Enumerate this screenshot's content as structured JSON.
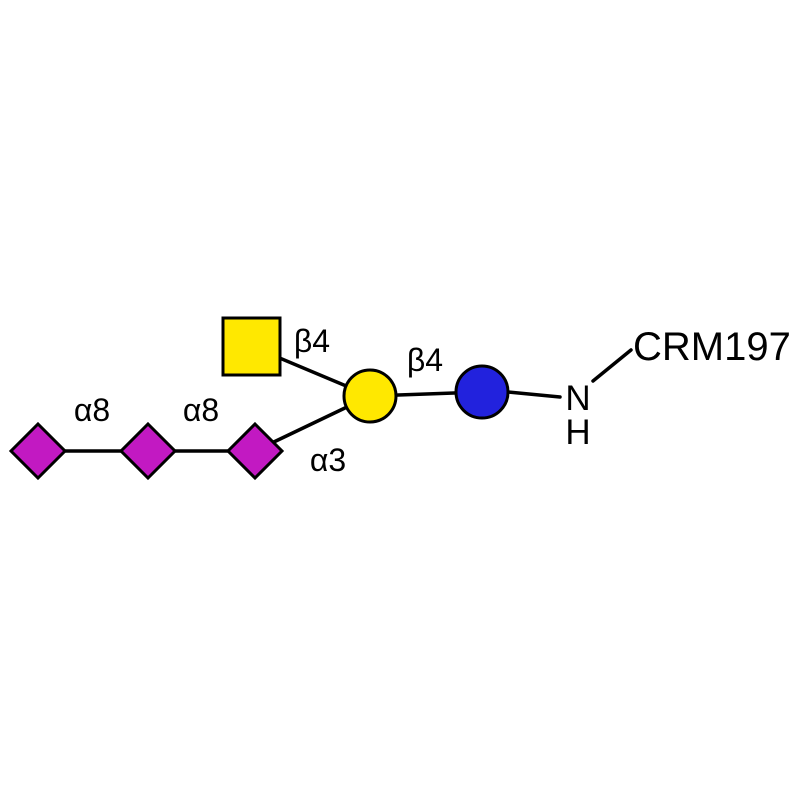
{
  "diagram": {
    "kind": "glycan-conjugate-structure"
  },
  "colors": {
    "neu5ac": "#c219c2",
    "gal": "#ffe800",
    "glc": "#2222dd",
    "outline": "#000000",
    "background": "#ffffff"
  },
  "labels": {
    "alpha8_1": "α8",
    "alpha8_2": "α8",
    "alpha3": "α3",
    "beta4_square": "β4",
    "beta4_circle": "β4",
    "amine_n": "N",
    "amine_h": "H",
    "carrier_protein": "CRM197"
  }
}
